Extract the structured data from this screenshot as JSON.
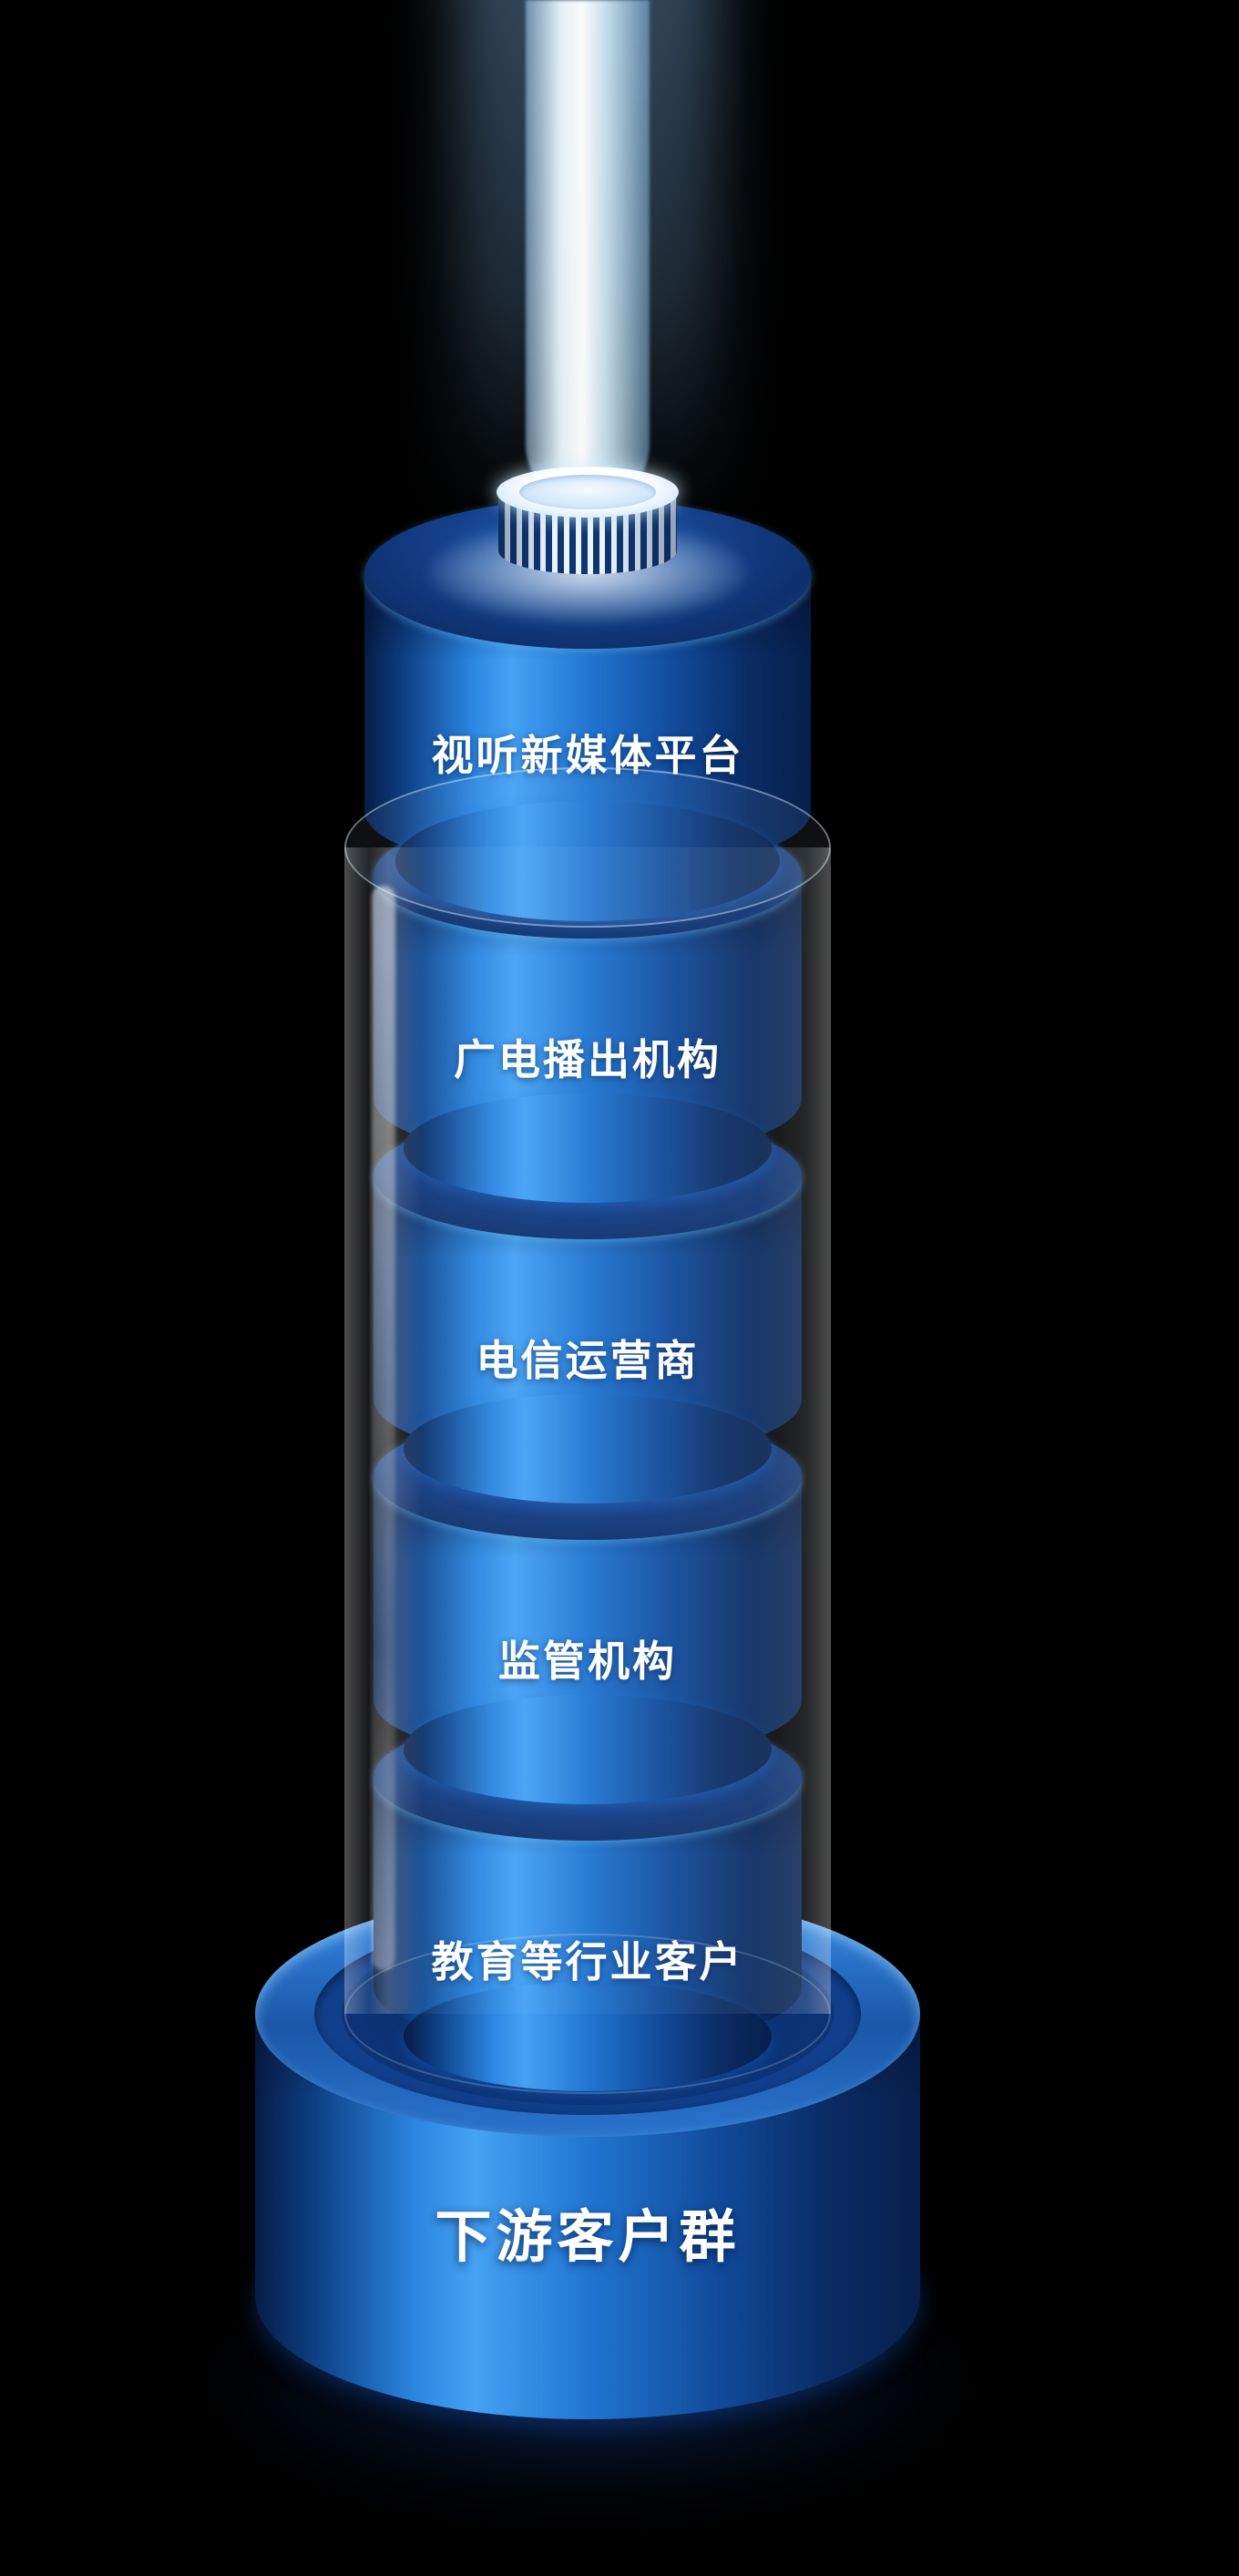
{
  "diagram": {
    "type": "stacked-cylinder-tower",
    "layers": [
      {
        "label": "视听新媒体平台"
      },
      {
        "label": "广电播出机构"
      },
      {
        "label": "电信运营商"
      },
      {
        "label": "监管机构"
      },
      {
        "label": "教育等行业客户"
      }
    ],
    "base": {
      "label": "下游客户群"
    },
    "colors": {
      "background": "#000000",
      "cylinder_bright": "#45a2f4",
      "cylinder_mid": "#2176d2",
      "cylinder_dark": "#071c46",
      "ellipse_top": "#0e2f6c",
      "rim_light": "#8fd4ff",
      "beam": "#ecf9ff",
      "glass": "rgba(210,235,255,0.12)",
      "label_text": "#ffffff"
    }
  }
}
